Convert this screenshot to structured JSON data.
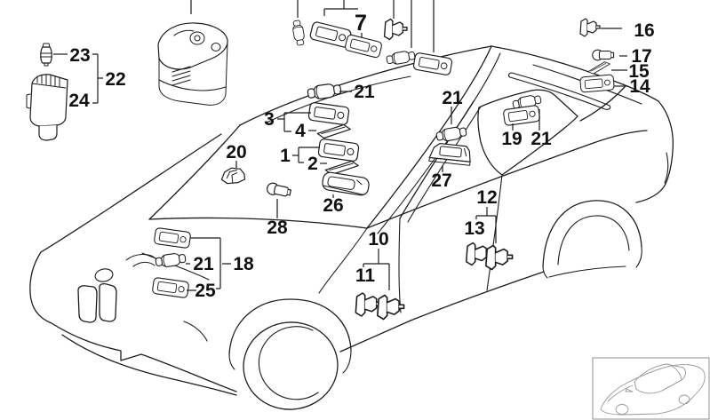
{
  "diagram": {
    "type": "parts-exploded-diagram",
    "background_color": "#ffffff",
    "line_color": "#1c1c1c",
    "thumbnail_line_color": "#9a9a9a",
    "callouts": [
      {
        "id": "7",
        "text": "7"
      },
      {
        "id": "16",
        "text": "16"
      },
      {
        "id": "17",
        "text": "17"
      },
      {
        "id": "15",
        "text": "15"
      },
      {
        "id": "14",
        "text": "14"
      },
      {
        "id": "23",
        "text": "23"
      },
      {
        "id": "22",
        "text": "22"
      },
      {
        "id": "24",
        "text": "24"
      },
      {
        "id": "21-windshield",
        "text": "21"
      },
      {
        "id": "3",
        "text": "3"
      },
      {
        "id": "4",
        "text": "4"
      },
      {
        "id": "1",
        "text": "1"
      },
      {
        "id": "2",
        "text": "2"
      },
      {
        "id": "20",
        "text": "20"
      },
      {
        "id": "26",
        "text": "26"
      },
      {
        "id": "28",
        "text": "28"
      },
      {
        "id": "27",
        "text": "27"
      },
      {
        "id": "21-bpillar",
        "text": "21"
      },
      {
        "id": "19",
        "text": "19"
      },
      {
        "id": "21-rear",
        "text": "21"
      },
      {
        "id": "12",
        "text": "12"
      },
      {
        "id": "13",
        "text": "13"
      },
      {
        "id": "10",
        "text": "10"
      },
      {
        "id": "11",
        "text": "11"
      },
      {
        "id": "18",
        "text": "18"
      },
      {
        "id": "21-front",
        "text": "21"
      },
      {
        "id": "25",
        "text": "25"
      }
    ]
  }
}
